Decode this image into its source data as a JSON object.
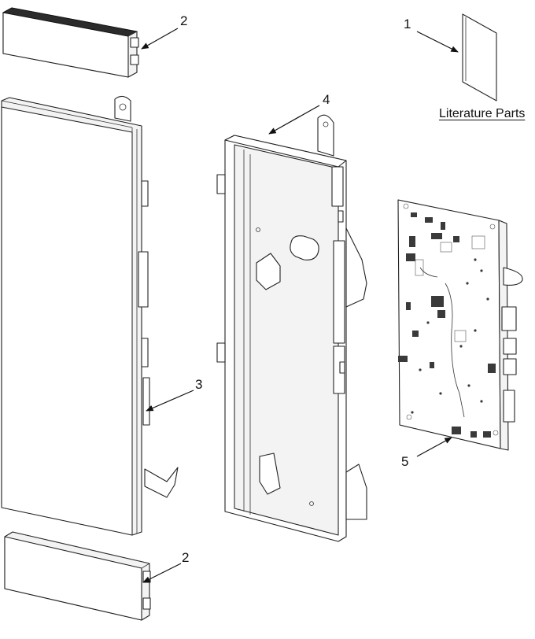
{
  "callouts": {
    "literature": "1",
    "end_cap_top": "2",
    "front_panel": "3",
    "housing": "4",
    "control_board": "5",
    "end_cap_bottom": "2"
  },
  "literature_label": "Literature Parts"
}
